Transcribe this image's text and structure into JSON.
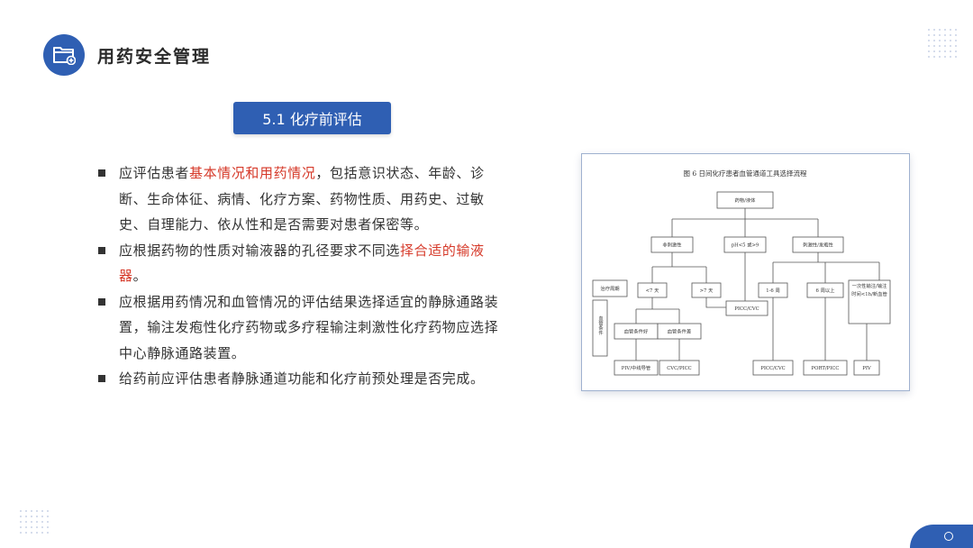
{
  "header": {
    "title": "用药安全管理",
    "icon": "folder-plus-icon"
  },
  "section": {
    "label": "5.1  化疗前评估"
  },
  "bullets": [
    {
      "pre": "应评估患者",
      "highlight": "基本情况和用药情况",
      "post": "，包括意识状态、年龄、诊断、生命体征、病情、化疗方案、药物性质、用药史、过敏史、自理能力、依从性和是否需要对患者保密等。"
    },
    {
      "pre": "应根据药物的性质对输液器的孔径要求不同选",
      "highlight": "择合适的输液器",
      "post": "。"
    },
    {
      "pre": "应根据用药情况和血管情况的评估结果选择适宜的静脉通路装置，输注发疱性化疗药物或多疗程输注刺激性化疗药物应选择中心静脉通路装置。",
      "highlight": "",
      "post": ""
    },
    {
      "pre": "给药前应评估患者静脉通道功能和化疗前预处理是否完成。",
      "highlight": "",
      "post": ""
    }
  ],
  "flowchart": {
    "title": "图 6   日间化疗患者血管通道工具选择流程",
    "nodes": {
      "root": "药物/液体",
      "nonirritant": "非刺激性",
      "ph": "pH<5 或>9",
      "vesicant": "刺激性/发疱性",
      "cycle": "治疗周期",
      "lt7": "<7 天",
      "gt7": ">7 天",
      "vessel_label": "血管条件",
      "good": "血管条件好",
      "poor": "血管条件差",
      "picc_cvc_mid": "PICC/CVC",
      "m16": "1-6 周",
      "m6plus": "6 周以上",
      "single": "一次性输注/输注时间<1h/新血管",
      "pivc_mid": "PIV/中线导管",
      "cvc_picc": "CVC/PICC",
      "picc_cvc": "PICC/CVC",
      "port_picc": "PORT/PICC",
      "piv": "PIV"
    }
  }
}
